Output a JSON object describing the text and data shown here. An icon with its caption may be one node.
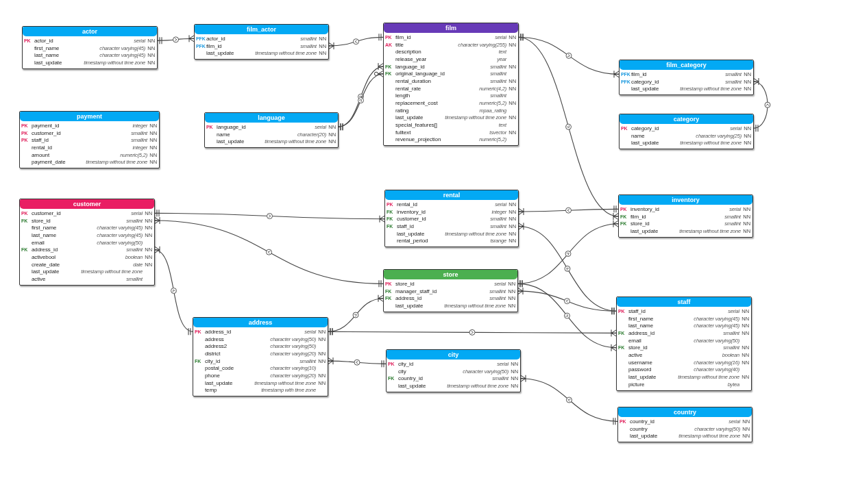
{
  "diagram": {
    "nodes": [
      {
        "text": [
          "actor"
        ]
      },
      {
        "text": [
          "actor_id",
          "serial",
          "NN"
        ],
        "beside": [
          "PK"
        ],
        "in": 0
      },
      {
        "text": [
          "first_name",
          "character varying(45)",
          "NN"
        ],
        "in": 0
      },
      {
        "text": [
          "last_name",
          "character varying(45)",
          "NN"
        ],
        "in": 0
      },
      {
        "text": [
          "last_update",
          "timestamp without time zone",
          "NN"
        ],
        "in": 0
      },
      {
        "text": [
          "film_actor"
        ]
      },
      {
        "text": [
          "actor_id",
          "smallint",
          "NN"
        ],
        "beside": [
          "PFK"
        ],
        "in": 5
      },
      {
        "text": [
          "film_id",
          "smallint",
          "NN"
        ],
        "beside": [
          "PFK"
        ],
        "in": 5
      },
      {
        "text": [
          "last_update",
          "timestamp without time zone",
          "NN"
        ],
        "in": 5
      },
      {
        "text": [
          "film"
        ]
      },
      {
        "text": [
          "film_id",
          "serial",
          "NN"
        ],
        "beside": [
          "PK"
        ],
        "in": 9
      },
      {
        "text": [
          "title",
          "character varying(255)",
          "NN"
        ],
        "beside": [
          "AK"
        ],
        "in": 9
      },
      {
        "text": [
          "description",
          "text"
        ],
        "in": 9
      },
      {
        "text": [
          "release_year",
          "year"
        ],
        "in": 9
      },
      {
        "text": [
          "language_id",
          "smallint",
          "NN"
        ],
        "beside": [
          "FK"
        ],
        "in": 9
      },
      {
        "text": [
          "original_language_id",
          "smallint"
        ],
        "beside": [
          "FK"
        ],
        "in": 9
      },
      {
        "text": [
          "rental_duration",
          "smallint",
          "NN"
        ],
        "in": 9
      },
      {
        "text": [
          "rental_rate",
          "numeric(4,2)",
          "NN"
        ],
        "in": 9
      },
      {
        "text": [
          "length",
          "smallint"
        ],
        "in": 9
      },
      {
        "text": [
          "replacement_cost",
          "numeric(5,2)",
          "NN"
        ],
        "in": 9
      },
      {
        "text": [
          "rating",
          "mpaa_rating"
        ],
        "in": 9
      },
      {
        "text": [
          "last_update",
          "timestamp without time zone",
          "NN"
        ],
        "in": 9
      },
      {
        "text": [
          "special_features[]",
          "text"
        ],
        "in": 9
      },
      {
        "text": [
          "fulltext",
          "tsvector",
          "NN"
        ],
        "in": 9
      },
      {
        "text": [
          "revenue_projection",
          "numeric(5,2)"
        ],
        "in": 9
      },
      {
        "text": [
          "film_category"
        ]
      },
      {
        "text": [
          "film_id",
          "smallint",
          "NN"
        ],
        "beside": [
          "PFK"
        ],
        "in": 25
      },
      {
        "text": [
          "category_id",
          "smallint",
          "NN"
        ],
        "beside": [
          "PFK"
        ],
        "in": 25
      },
      {
        "text": [
          "last_update",
          "timestamp without time zone",
          "NN"
        ],
        "in": 25
      },
      {
        "text": [
          "category"
        ]
      },
      {
        "text": [
          "category_id",
          "serial",
          "NN"
        ],
        "beside": [
          "PK"
        ],
        "in": 29
      },
      {
        "text": [
          "name",
          "character varying(25)",
          "NN"
        ],
        "in": 29
      },
      {
        "text": [
          "last_update",
          "timestamp without time zone",
          "NN"
        ],
        "in": 29
      },
      {
        "text": [
          "payment"
        ]
      },
      {
        "text": [
          "payment_id",
          "integer",
          "NN"
        ],
        "beside": [
          "PK"
        ],
        "in": 33
      },
      {
        "text": [
          "customer_id",
          "smallint",
          "NN"
        ],
        "beside": [
          "PK"
        ],
        "in": 33
      },
      {
        "text": [
          "staff_id",
          "smallint",
          "NN"
        ],
        "beside": [
          "PK"
        ],
        "in": 33
      },
      {
        "text": [
          "rental_id",
          "integer",
          "NN"
        ],
        "in": 33
      },
      {
        "text": [
          "amount",
          "numeric(5,2)",
          "NN"
        ],
        "in": 33
      },
      {
        "text": [
          "payment_date",
          "timestamp without time zone",
          "NN"
        ],
        "in": 33
      },
      {
        "text": [
          "language"
        ]
      },
      {
        "text": [
          "language_id",
          "serial",
          "NN"
        ],
        "beside": [
          "PK"
        ],
        "in": 40
      },
      {
        "text": [
          "name",
          "character(20)",
          "NN"
        ],
        "in": 40
      },
      {
        "text": [
          "last_update",
          "timestamp without time zone",
          "NN"
        ],
        "in": 40
      },
      {
        "text": [
          "customer"
        ]
      },
      {
        "text": [
          "customer_id",
          "serial",
          "NN"
        ],
        "beside": [
          "PK"
        ],
        "in": 44
      },
      {
        "text": [
          "store_id",
          "smallint",
          "NN"
        ],
        "beside": [
          "FK"
        ],
        "in": 44
      },
      {
        "text": [
          "first_name",
          "character varying(45)",
          "NN"
        ],
        "in": 44
      },
      {
        "text": [
          "last_name",
          "character varying(45)",
          "NN"
        ],
        "in": 44
      },
      {
        "text": [
          "email",
          "character varying(50)"
        ],
        "in": 44
      },
      {
        "text": [
          "address_id",
          "smallint",
          "NN"
        ],
        "beside": [
          "FK"
        ],
        "in": 44
      },
      {
        "text": [
          "activebool",
          "boolean",
          "NN"
        ],
        "in": 44
      },
      {
        "text": [
          "create_date",
          "date",
          "NN"
        ],
        "in": 44
      },
      {
        "text": [
          "last_update",
          "timestamp without time zone"
        ],
        "in": 44
      },
      {
        "text": [
          "active",
          "smallint"
        ],
        "in": 44
      },
      {
        "text": [
          "rental"
        ]
      },
      {
        "text": [
          "rental_id",
          "serial",
          "NN"
        ],
        "beside": [
          "PK"
        ],
        "in": 55
      },
      {
        "text": [
          "inventory_id",
          "integer",
          "NN"
        ],
        "beside": [
          "FK"
        ],
        "in": 55
      },
      {
        "text": [
          "customer_id",
          "smallint",
          "NN"
        ],
        "beside": [
          "FK"
        ],
        "in": 55
      },
      {
        "text": [
          "staff_id",
          "smallint",
          "NN"
        ],
        "beside": [
          "FK"
        ],
        "in": 55
      },
      {
        "text": [
          "last_update",
          "timestamp without time zone",
          "NN"
        ],
        "in": 55
      },
      {
        "text": [
          "rental_period",
          "tsrange",
          "NN"
        ],
        "in": 55
      },
      {
        "text": [
          "inventory"
        ]
      },
      {
        "text": [
          "inventory_id",
          "serial",
          "NN"
        ],
        "beside": [
          "PK"
        ],
        "in": 62
      },
      {
        "text": [
          "film_id",
          "smallint",
          "NN"
        ],
        "beside": [
          "FK"
        ],
        "in": 62
      },
      {
        "text": [
          "store_id",
          "smallint",
          "NN"
        ],
        "beside": [
          "FK"
        ],
        "in": 62
      },
      {
        "text": [
          "last_update",
          "timestamp without time zone",
          "NN"
        ],
        "in": 62
      },
      {
        "text": [
          "store"
        ]
      },
      {
        "text": [
          "store_id",
          "serial",
          "NN"
        ],
        "beside": [
          "PK"
        ],
        "in": 67
      },
      {
        "text": [
          "manager_staff_id",
          "smallint",
          "NN"
        ],
        "beside": [
          "FK"
        ],
        "in": 67
      },
      {
        "text": [
          "address_id",
          "smallint",
          "NN"
        ],
        "beside": [
          "FK"
        ],
        "in": 67
      },
      {
        "text": [
          "last_update",
          "timestamp without time zone",
          "NN"
        ],
        "in": 67
      },
      {
        "text": [
          "staff"
        ]
      },
      {
        "text": [
          "staff_id",
          "serial",
          "NN"
        ],
        "beside": [
          "PK"
        ],
        "in": 72
      },
      {
        "text": [
          "first_name",
          "character varying(45)",
          "NN"
        ],
        "in": 72
      },
      {
        "text": [
          "last_name",
          "character varying(45)",
          "NN"
        ],
        "in": 72
      },
      {
        "text": [
          "address_id",
          "smallint",
          "NN"
        ],
        "beside": [
          "FK"
        ],
        "in": 72
      },
      {
        "text": [
          "email",
          "character varying(50)"
        ],
        "in": 72
      },
      {
        "text": [
          "store_id",
          "smallint",
          "NN"
        ],
        "beside": [
          "FK"
        ],
        "in": 72
      },
      {
        "text": [
          "active",
          "boolean",
          "NN"
        ],
        "in": 72
      },
      {
        "text": [
          "username",
          "character varying(16)",
          "NN"
        ],
        "in": 72
      },
      {
        "text": [
          "password",
          "character varying(40)"
        ],
        "in": 72
      },
      {
        "text": [
          "last_update",
          "timestamp without time zone",
          "NN"
        ],
        "in": 72
      },
      {
        "text": [
          "picture",
          "bytea"
        ],
        "in": 72
      },
      {
        "text": [
          "address"
        ]
      },
      {
        "text": [
          "address_id",
          "serial",
          "NN"
        ],
        "beside": [
          "PK"
        ],
        "in": 84
      },
      {
        "text": [
          "address",
          "character varying(50)",
          "NN"
        ],
        "in": 84
      },
      {
        "text": [
          "address2",
          "character varying(50)"
        ],
        "in": 84
      },
      {
        "text": [
          "district",
          "character varying(20)",
          "NN"
        ],
        "in": 84
      },
      {
        "text": [
          "city_id",
          "smallint",
          "NN"
        ],
        "beside": [
          "FK"
        ],
        "in": 84
      },
      {
        "text": [
          "postal_code",
          "character varying(10)"
        ],
        "in": 84
      },
      {
        "text": [
          "phone",
          "character varying(20)",
          "NN"
        ],
        "in": 84
      },
      {
        "text": [
          "last_update",
          "timestamp without time zone",
          "NN"
        ],
        "in": 84
      },
      {
        "text": [
          "temp",
          "timestamp with time zone"
        ],
        "in": 84
      },
      {
        "text": [
          "city"
        ]
      },
      {
        "text": [
          "city_id",
          "serial",
          "NN"
        ],
        "beside": [
          "PK"
        ],
        "in": 94
      },
      {
        "text": [
          "city",
          "character varying(50)",
          "NN"
        ],
        "in": 94
      },
      {
        "text": [
          "country_id",
          "smallint",
          "NN"
        ],
        "beside": [
          "FK"
        ],
        "in": 94
      },
      {
        "text": [
          "last_update",
          "timestamp without time zone",
          "NN"
        ],
        "in": 94
      },
      {
        "text": [
          "country"
        ]
      },
      {
        "text": [
          "country_id",
          "serial",
          "NN"
        ],
        "beside": [
          "PK"
        ],
        "in": 99
      },
      {
        "text": [
          "country",
          "character varying(50)",
          "NN"
        ],
        "in": 99
      },
      {
        "text": [
          "last_update",
          "timestamp without time zone",
          "NN"
        ],
        "in": 99
      }
    ],
    "edges": [
      {
        "from": 1,
        "to": 6,
        "arrow": "other"
      },
      {
        "from": 10,
        "to": 7,
        "arrow": "other"
      },
      {
        "from": 41,
        "to": 14,
        "arrow": "other"
      },
      {
        "from": 41,
        "to": 15,
        "arrow": "other"
      },
      {
        "from": 10,
        "to": 26,
        "arrow": "other"
      },
      {
        "from": 30,
        "to": 27,
        "arrow": "other"
      },
      {
        "from": 10,
        "to": 64,
        "arrow": "other"
      },
      {
        "from": 45,
        "to": 58,
        "arrow": "other"
      },
      {
        "from": 68,
        "to": 46,
        "arrow": "other"
      },
      {
        "from": 85,
        "to": 50,
        "arrow": "other"
      },
      {
        "from": 63,
        "to": 57,
        "arrow": "other"
      },
      {
        "from": 73,
        "to": 59,
        "arrow": "other"
      },
      {
        "from": 68,
        "to": 65,
        "arrow": "other"
      },
      {
        "from": 73,
        "to": 69,
        "arrow": "other"
      },
      {
        "from": 68,
        "to": 78,
        "arrow": "other"
      },
      {
        "from": 85,
        "to": 70,
        "arrow": "other"
      },
      {
        "from": 85,
        "to": 76,
        "arrow": "other"
      },
      {
        "from": 95,
        "to": 89,
        "arrow": "other"
      },
      {
        "from": 100,
        "to": 97,
        "arrow": "other"
      }
    ]
  }
}
